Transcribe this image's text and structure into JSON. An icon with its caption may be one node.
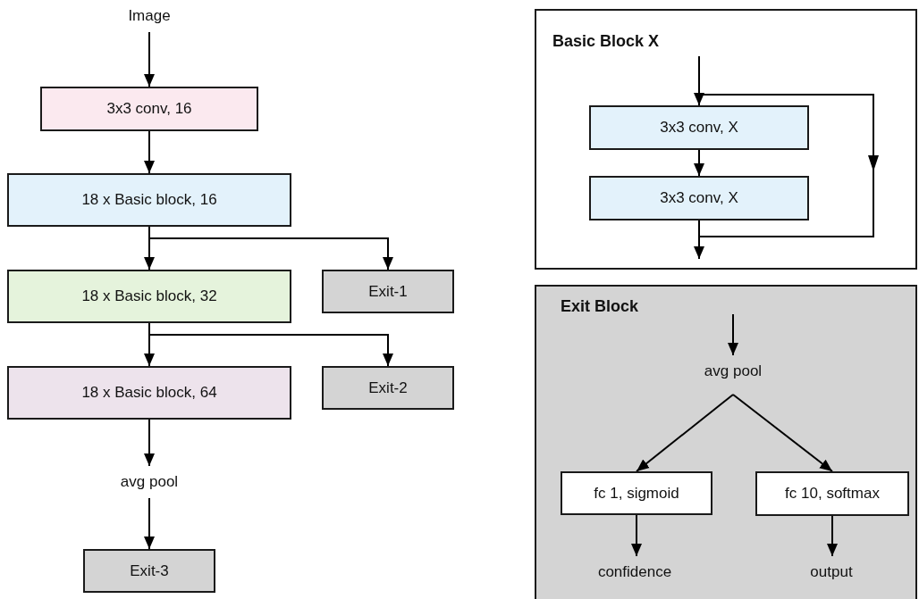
{
  "diagram": {
    "nodes": [
      {
        "text": [
          "Image"
        ]
      },
      {
        "text": [
          "3x3 conv, 16"
        ]
      },
      {
        "text": [
          "18 x Basic block, 16"
        ]
      },
      {
        "text": [
          "18 x Basic block, 32"
        ]
      },
      {
        "text": [
          "Exit-1"
        ]
      },
      {
        "text": [
          "18 x Basic block, 64"
        ]
      },
      {
        "text": [
          "Exit-2"
        ]
      },
      {
        "text": [
          "avg pool"
        ]
      },
      {
        "text": [
          "Exit-3"
        ]
      },
      {
        "text": [
          "Basic Block X"
        ]
      },
      {
        "text": [
          "3x3 conv, X"
        ],
        "in": 9
      },
      {
        "text": [
          "3x3 conv, X"
        ],
        "in": 9
      },
      {
        "text": [
          "Exit Block"
        ]
      },
      {
        "text": [
          "avg pool"
        ],
        "in": 12
      },
      {
        "text": [
          "fc 1, sigmoid"
        ],
        "in": 12
      },
      {
        "text": [
          "fc 10, softmax"
        ],
        "in": 12
      },
      {
        "text": [
          "confidence"
        ],
        "in": 12
      },
      {
        "text": [
          "output"
        ],
        "in": 12
      }
    ],
    "edges": [
      {
        "from": 0,
        "to": 1,
        "arrow": "to"
      },
      {
        "from": 1,
        "to": 2,
        "arrow": "to"
      },
      {
        "from": 2,
        "to": 3,
        "arrow": "to"
      },
      {
        "from": 2,
        "to": 4,
        "arrow": "to"
      },
      {
        "from": 3,
        "to": 5,
        "arrow": "to"
      },
      {
        "from": 3,
        "to": 6,
        "arrow": "to"
      },
      {
        "from": 5,
        "to": 7,
        "arrow": "to"
      },
      {
        "from": 7,
        "to": 8,
        "arrow": "to"
      },
      {
        "from": null,
        "to": 10,
        "arrow": "to"
      },
      {
        "from": 10,
        "to": 11,
        "arrow": "to"
      },
      {
        "from": 11,
        "to": null,
        "arrow": "to"
      },
      {
        "from": null,
        "to": 13,
        "arrow": "to"
      },
      {
        "from": 13,
        "to": 14,
        "arrow": "to"
      },
      {
        "from": 13,
        "to": 15,
        "arrow": "to"
      },
      {
        "from": 14,
        "to": 16,
        "arrow": "to"
      },
      {
        "from": 15,
        "to": 17,
        "arrow": "to"
      }
    ]
  }
}
